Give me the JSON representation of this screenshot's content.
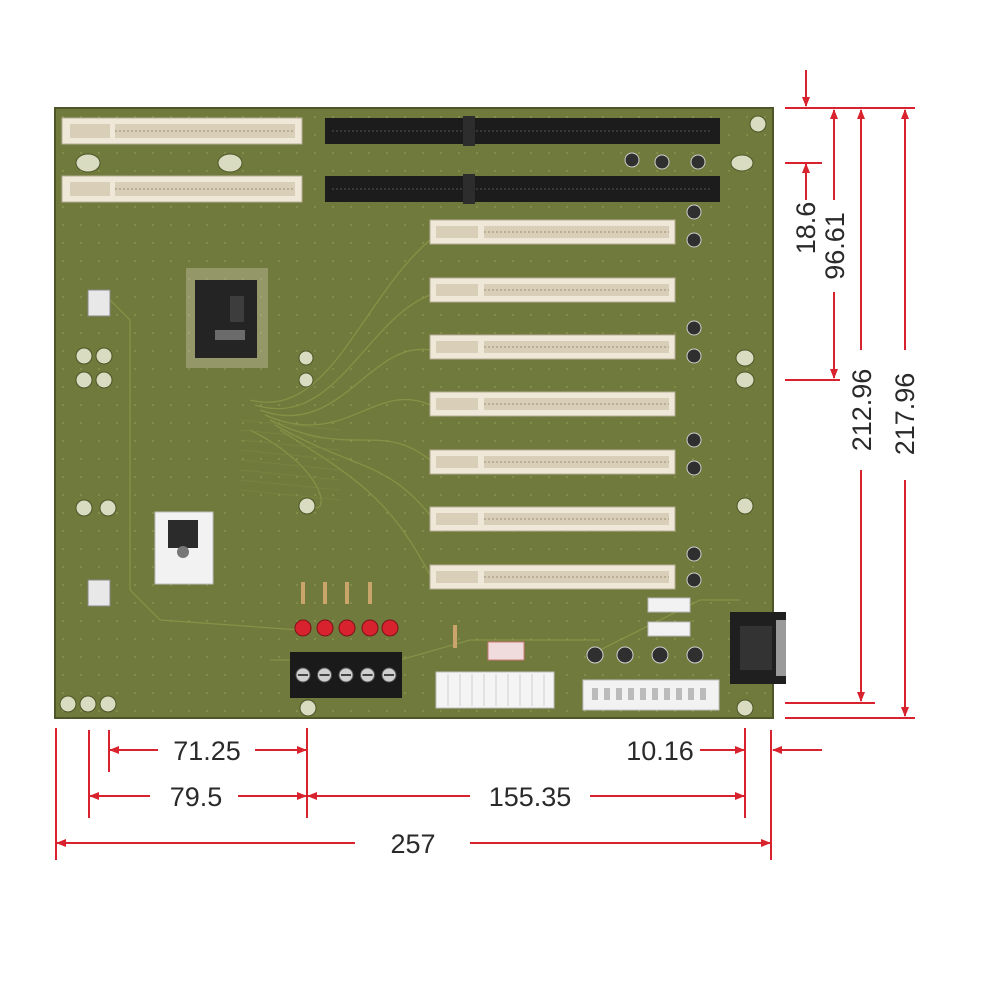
{
  "colors": {
    "board": "#6f7a3c",
    "board_dark": "#4d5628",
    "trace": "#8a9448",
    "slot_white": "#efe8d8",
    "slot_black": "#1c1c1c",
    "dimension_line": "#d8232f",
    "dimension_text": "#2a2a2a",
    "led": "#d8232f"
  },
  "board": {
    "isa_slot_count": 2,
    "white_slot_top_count": 2,
    "pci_slot_count": 7,
    "led_count": 5,
    "terminal_count": 5
  },
  "dimensions": {
    "horizontal": [
      {
        "id": "d71",
        "label": "71.25"
      },
      {
        "id": "d1016",
        "label": "10.16"
      },
      {
        "id": "d795",
        "label": "79.5"
      },
      {
        "id": "d15535",
        "label": "155.35"
      },
      {
        "id": "d257",
        "label": "257"
      }
    ],
    "vertical": [
      {
        "id": "d186",
        "label": "18.6"
      },
      {
        "id": "d9661",
        "label": "96.61"
      },
      {
        "id": "d21296",
        "label": "212.96"
      },
      {
        "id": "d21796",
        "label": "217.96"
      }
    ]
  }
}
